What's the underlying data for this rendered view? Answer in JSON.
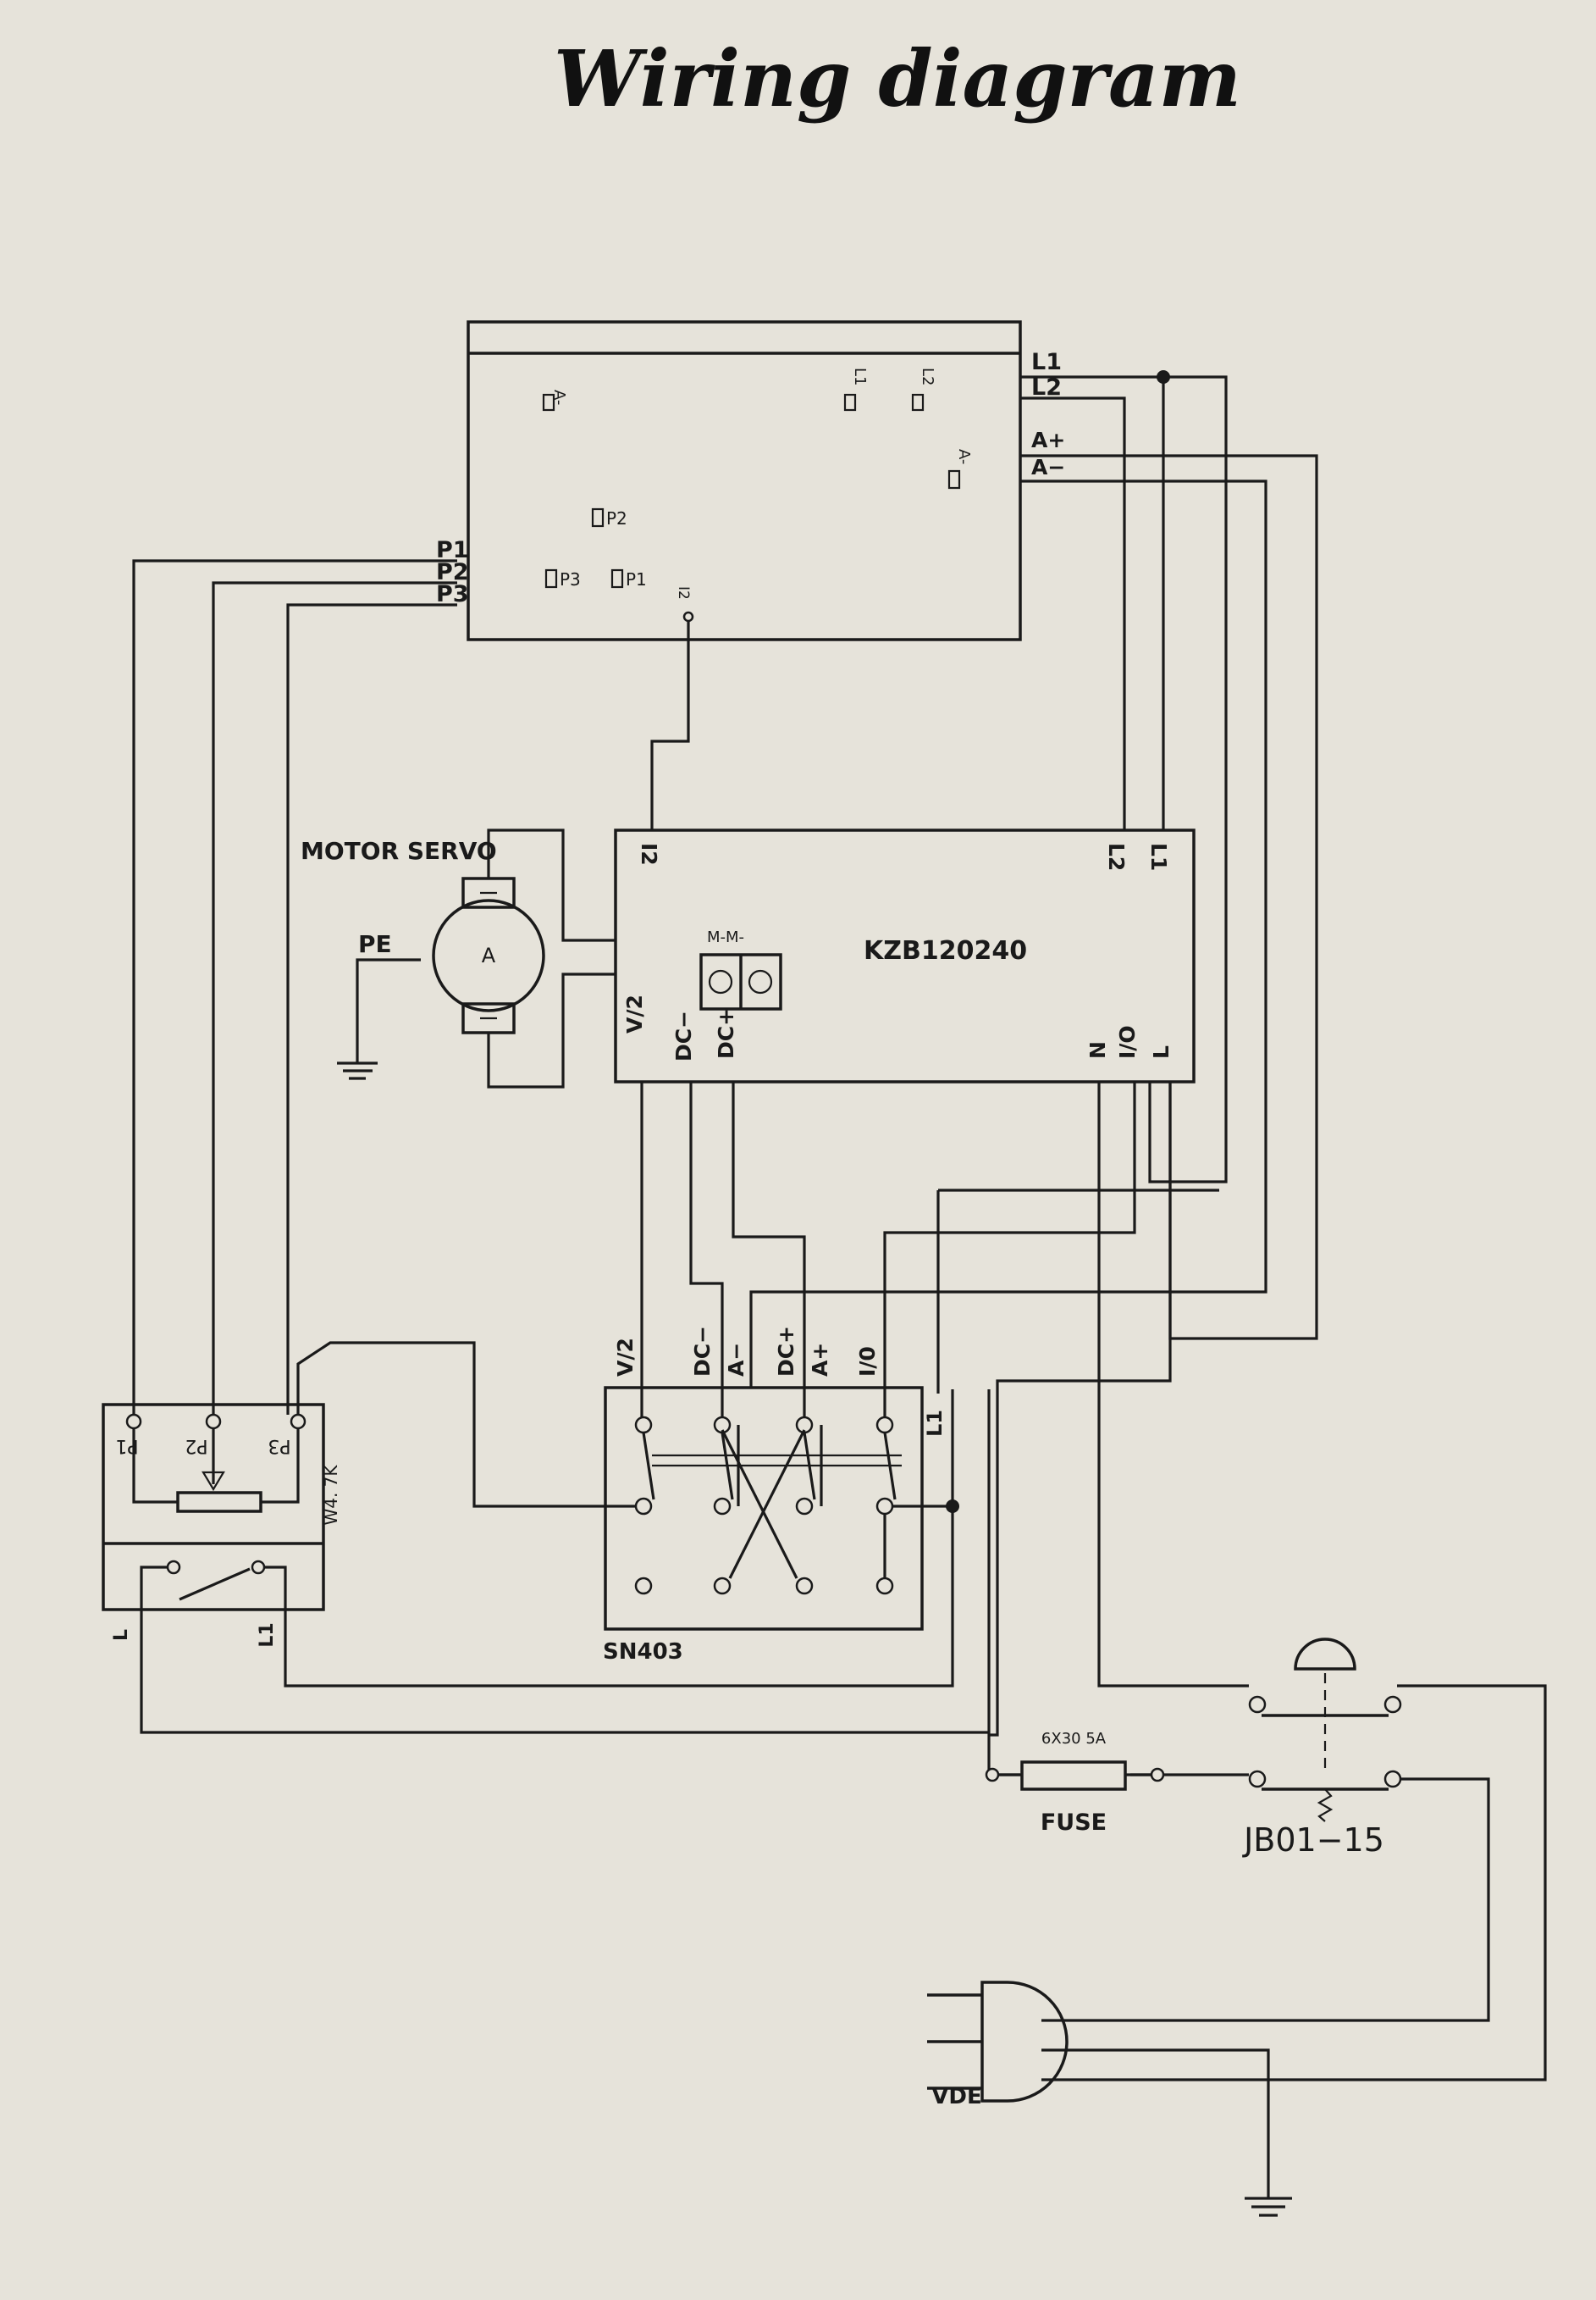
{
  "title": "Wiring diagram",
  "controller_top": {
    "right_terminals": [
      "L1",
      "L2",
      "A+",
      "A−"
    ],
    "left_terminals": [
      "P1",
      "P2",
      "P3"
    ],
    "inner_pins": {
      "a_minus_left": "A-",
      "l1": "L1",
      "l2": "L2",
      "a_minus_right": "A-",
      "p2": "P2",
      "p3": "P3",
      "p1": "P1",
      "i2": "I2"
    }
  },
  "motor": {
    "label": "MOTOR SERVO",
    "pe": "PE",
    "symbol": "A"
  },
  "driver": {
    "model": "KZB120240",
    "terminals": {
      "i2": "I2",
      "l2": "L2",
      "l1": "L1",
      "v2": "V/2",
      "dc_minus": "DC−",
      "dc_plus": "DC+",
      "n": "N",
      "io": "I/O",
      "l": "L",
      "mm": "M-M-"
    }
  },
  "switch": {
    "model": "SN403",
    "top_labels": [
      "V/2",
      "DC−",
      "A−",
      "DC+",
      "A+",
      "I/0"
    ],
    "side_label": "L1"
  },
  "potentiometer": {
    "label": "W4. 7K",
    "pins": [
      "P1",
      "P2",
      "P3"
    ],
    "bottom_labels": [
      "L",
      "L1"
    ]
  },
  "fuse": {
    "rating": "6X30 5A",
    "label": "FUSE"
  },
  "emergency_stop": {
    "label": "JB01−15"
  },
  "plug": {
    "label": "VDE"
  }
}
